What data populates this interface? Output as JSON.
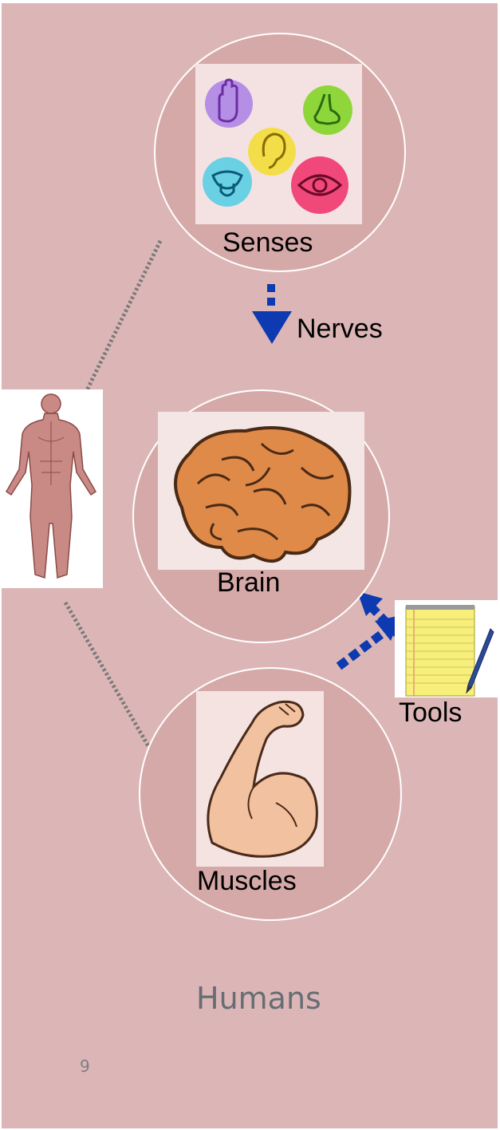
{
  "nodes": {
    "senses": "Senses",
    "nerves": "Nerves",
    "brain": "Brain",
    "tools": "Tools",
    "muscles": "Muscles"
  },
  "title": "Humans",
  "page_number": "9",
  "colors": {
    "background": "#dcb6b6",
    "circle_fill": "#d6a9a9",
    "arrow": "#0d3ab0",
    "dotted_line": "#7a7a7a",
    "title_text": "#666d73"
  },
  "icons": [
    "hand-icon",
    "nose-icon",
    "ear-icon",
    "tongue-icon",
    "eye-icon",
    "brain-icon",
    "human-body-icon",
    "notepad-icon",
    "pen-icon",
    "flexed-arm-icon"
  ]
}
